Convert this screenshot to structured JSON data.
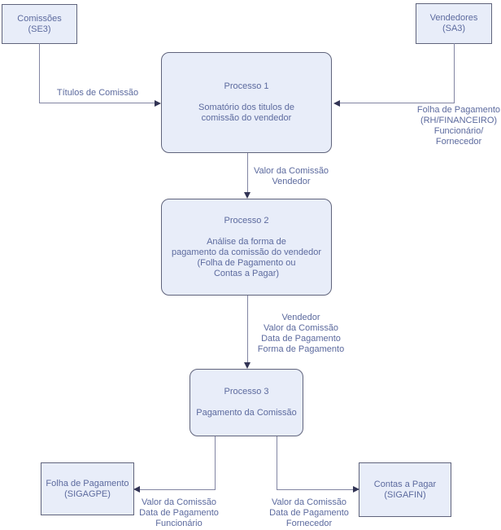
{
  "colors": {
    "background": "#ffffff",
    "node_fill": "#e8edf9",
    "node_border": "#60647c",
    "text": "#5c6a9e",
    "connector_line": "#8285a3",
    "arrowhead": "#323455"
  },
  "nodes": {
    "comissoes": {
      "label": "Comissões\n(SE3)"
    },
    "vendedores": {
      "label": "Vendedores\n(SA3)"
    },
    "processo1": {
      "title": "Processo 1",
      "body": "Somatório dos titulos de\ncomissão do vendedor"
    },
    "processo2": {
      "title": "Processo 2",
      "body": "Análise da forma de\npagamento da comissão do vendedor\n(Folha de Pagamento ou\nContas a Pagar)"
    },
    "processo3": {
      "title": "Processo 3",
      "body": "Pagamento da Comissão"
    },
    "folha_pagamento": {
      "label": "Folha de Pagamento\n(SIGAGPE)"
    },
    "contas_pagar": {
      "label": "Contas a Pagar\n(SIGAFIN)"
    }
  },
  "edge_labels": {
    "comissoes_to_p1": "Títulos de Comissão",
    "vendedores_to_p1": "Folha de Pagamento\n(RH/FINANCEIRO)\nFuncionário/ Fornecedor",
    "p1_to_p2": "Valor da Comissão\nVendedor",
    "p2_to_p3": "Vendedor\nValor da Comissão\nData de Pagamento\nForma de Pagamento",
    "p3_to_folha": "Valor da Comissão\nData de Pagamento\nFuncionário",
    "p3_to_contas": "Valor da Comissão\nData de Pagamento\nFornecedor"
  }
}
